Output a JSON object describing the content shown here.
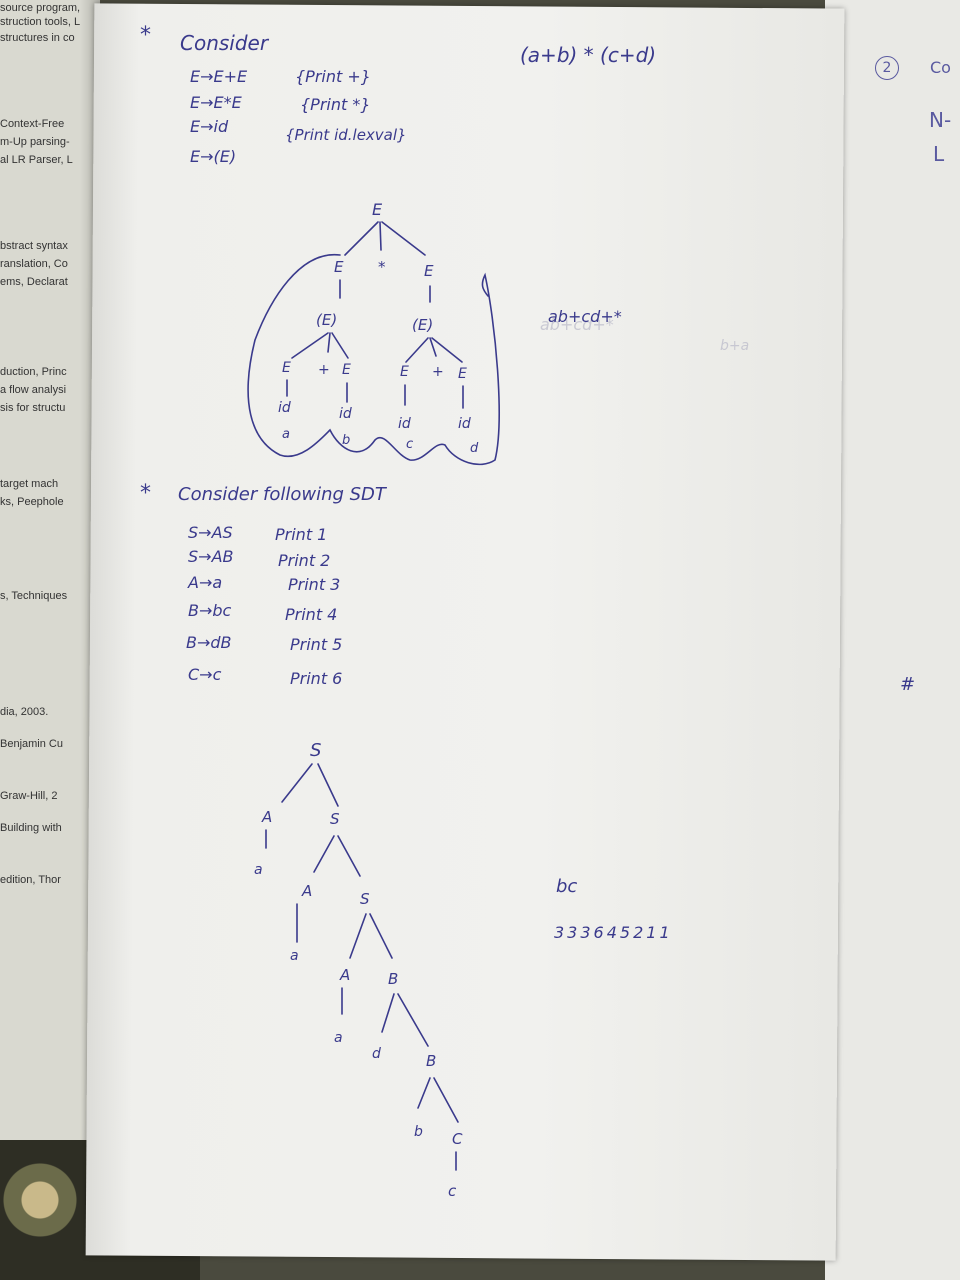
{
  "left_page": {
    "fragments": [
      "source program,",
      "struction tools, L",
      "structures in co",
      "Context-Free",
      "m-Up parsing-",
      "al LR Parser, L",
      "bstract syntax",
      "ranslation, Co",
      "ems, Declarat",
      "duction, Princ",
      "a flow analysi",
      "sis for structu",
      "target mach",
      "ks, Peephole",
      "s, Techniques",
      "dia, 2003.",
      "Benjamin Cu",
      "Graw-Hill, 2",
      "Building with",
      "edition, Thor"
    ]
  },
  "right_page": {
    "fragments": [
      "2",
      "Co",
      "N-",
      "L"
    ]
  },
  "notes": {
    "star1": "*",
    "consider": "Consider",
    "expression": "(a+b) * (c+d)",
    "grammar1": [
      {
        "prod": "E→E+E",
        "action": "{Print +}"
      },
      {
        "prod": "E→E*E",
        "action": "{Print *}"
      },
      {
        "prod": "E→id",
        "action": "{Print id.lexval}"
      },
      {
        "prod": "E→(E)",
        "action": ""
      }
    ],
    "postfix": "ab+cd+*",
    "tree1": {
      "E": "E",
      "star": "*",
      "paren": "(E)",
      "plus": "+",
      "id": "id",
      "leaves": [
        "a",
        "b",
        "c",
        "d"
      ]
    },
    "star2": "*",
    "consider_sdt": "Consider following SDT",
    "grammar2": [
      {
        "prod": "S→AS",
        "action": "Print 1"
      },
      {
        "prod": "S→AB",
        "action": "Print 2"
      },
      {
        "prod": "A→a",
        "action": "Print 3"
      },
      {
        "prod": "B→bc",
        "action": "Print 4"
      },
      {
        "prod": "B→dB",
        "action": "Print 5"
      },
      {
        "prod": "C→c",
        "action": "Print 6"
      }
    ],
    "tree2": {
      "S": "S",
      "A": "A",
      "B": "B",
      "C": "C",
      "a": "a",
      "b": "b",
      "c": "c",
      "d": "d"
    },
    "side_bc": "bc",
    "output": "333645211",
    "margin_mark": "#"
  },
  "colors": {
    "ink": "#3a3a8c",
    "paper": "#f1f1ee",
    "background": "#4a4a3e"
  }
}
